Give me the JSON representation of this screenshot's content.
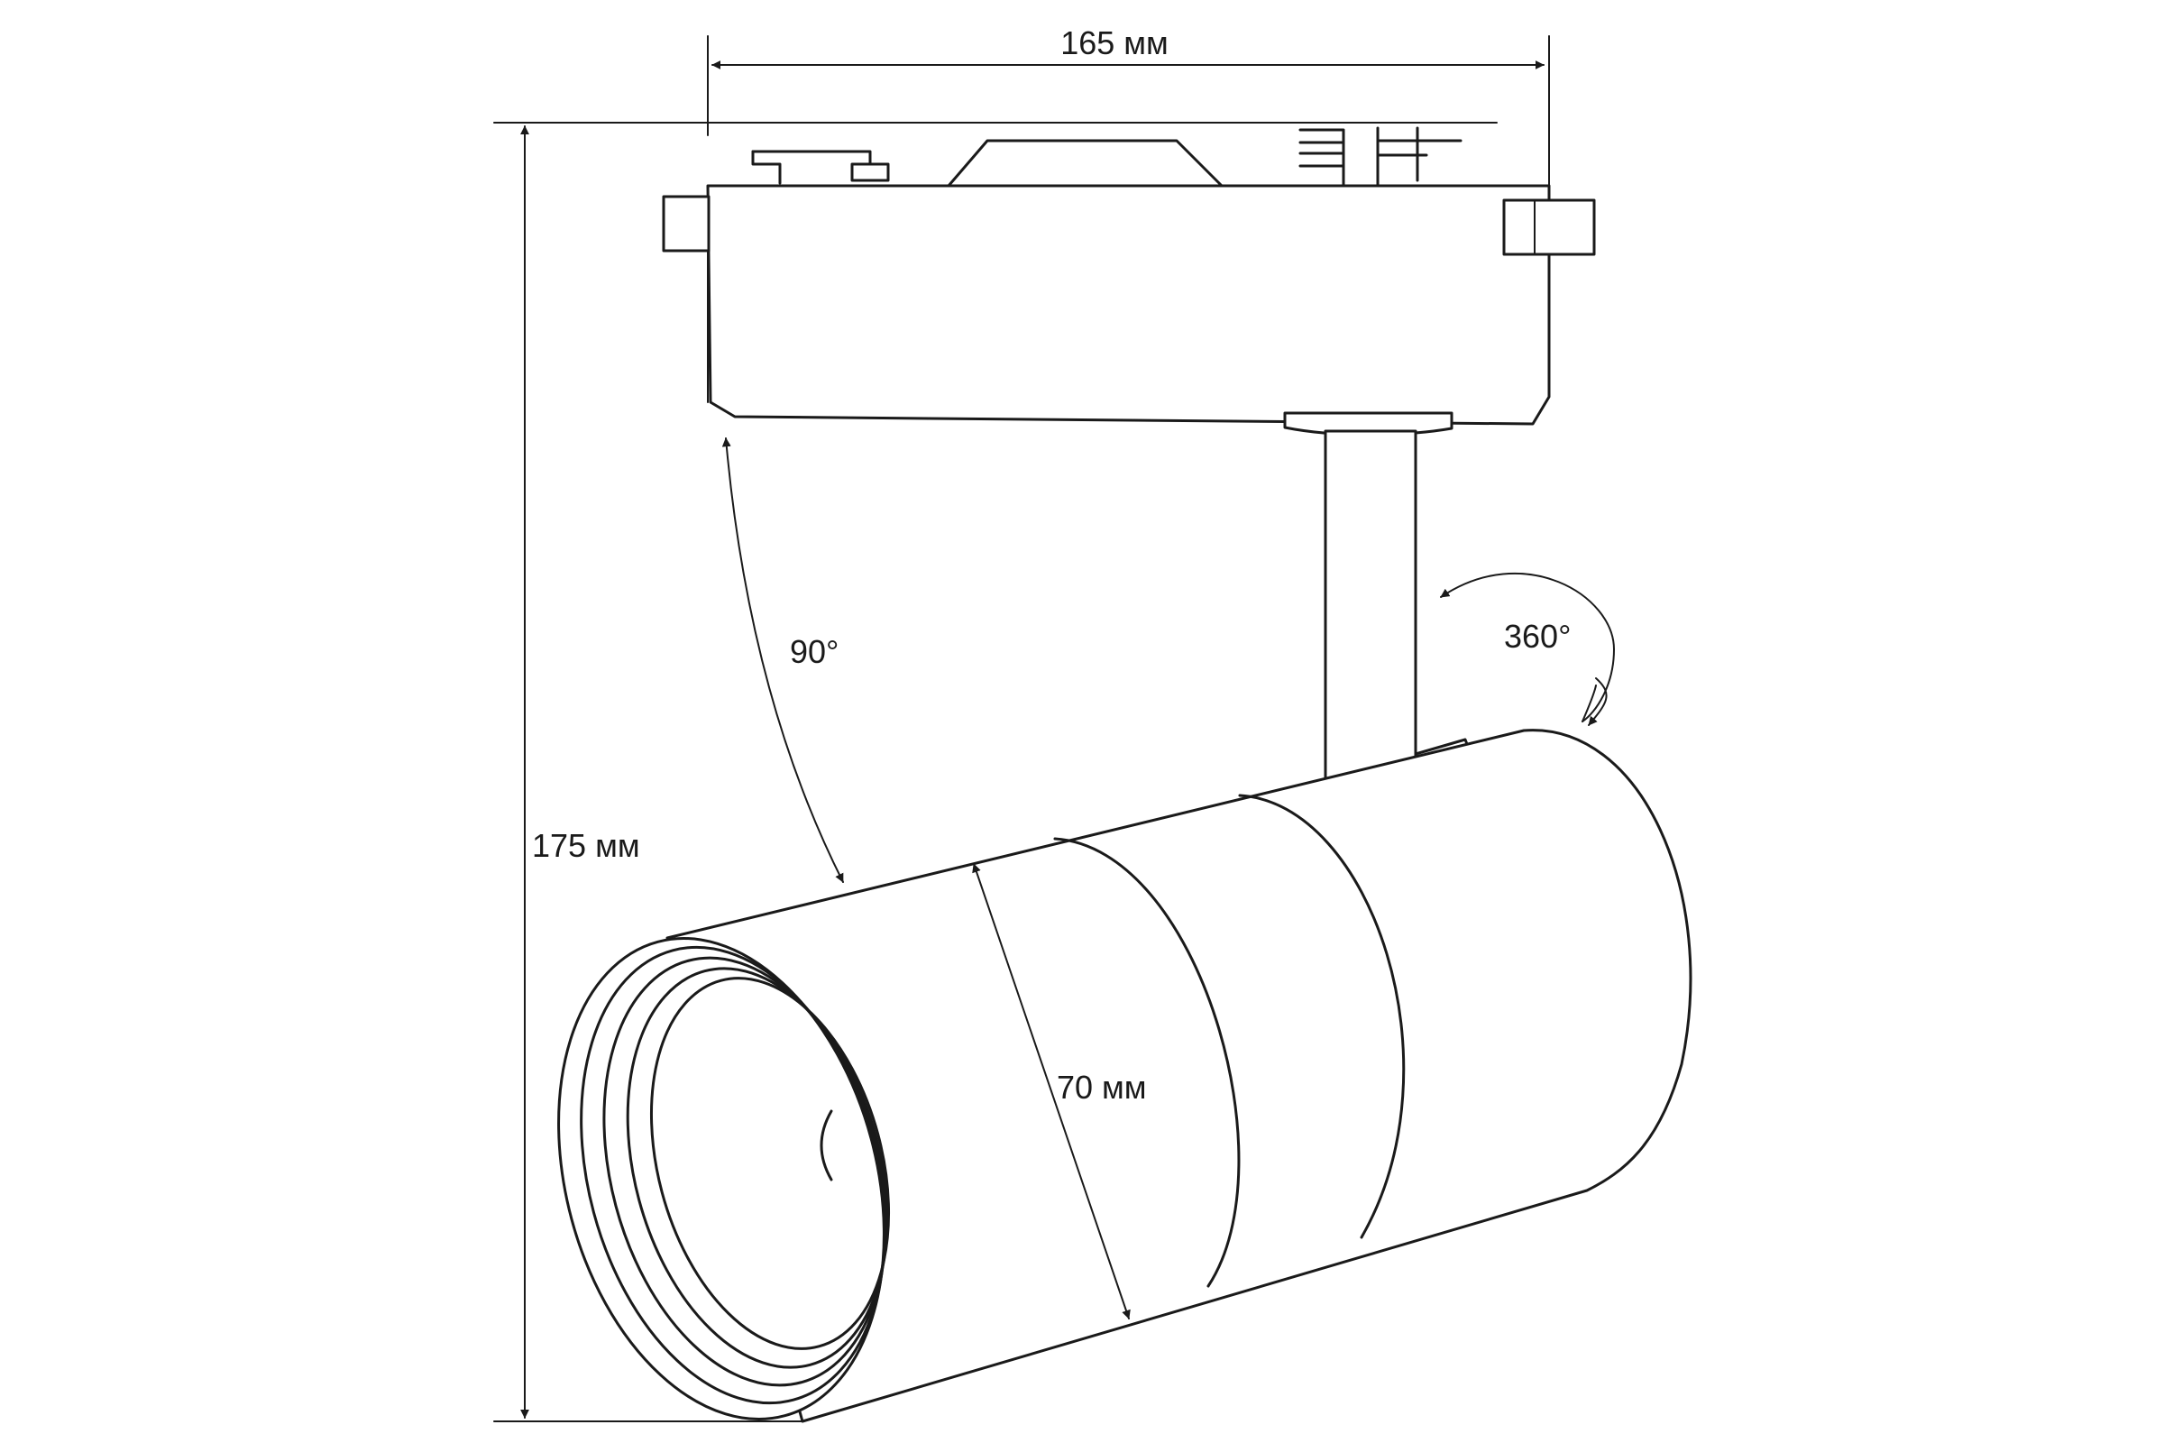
{
  "diagram": {
    "width_label": "165 мм",
    "height_label": "175 мм",
    "diameter_label": "70 мм",
    "tilt_label": "90°",
    "rotation_label": "360°",
    "line_color": "#1a1a1a",
    "background": "#ffffff"
  }
}
